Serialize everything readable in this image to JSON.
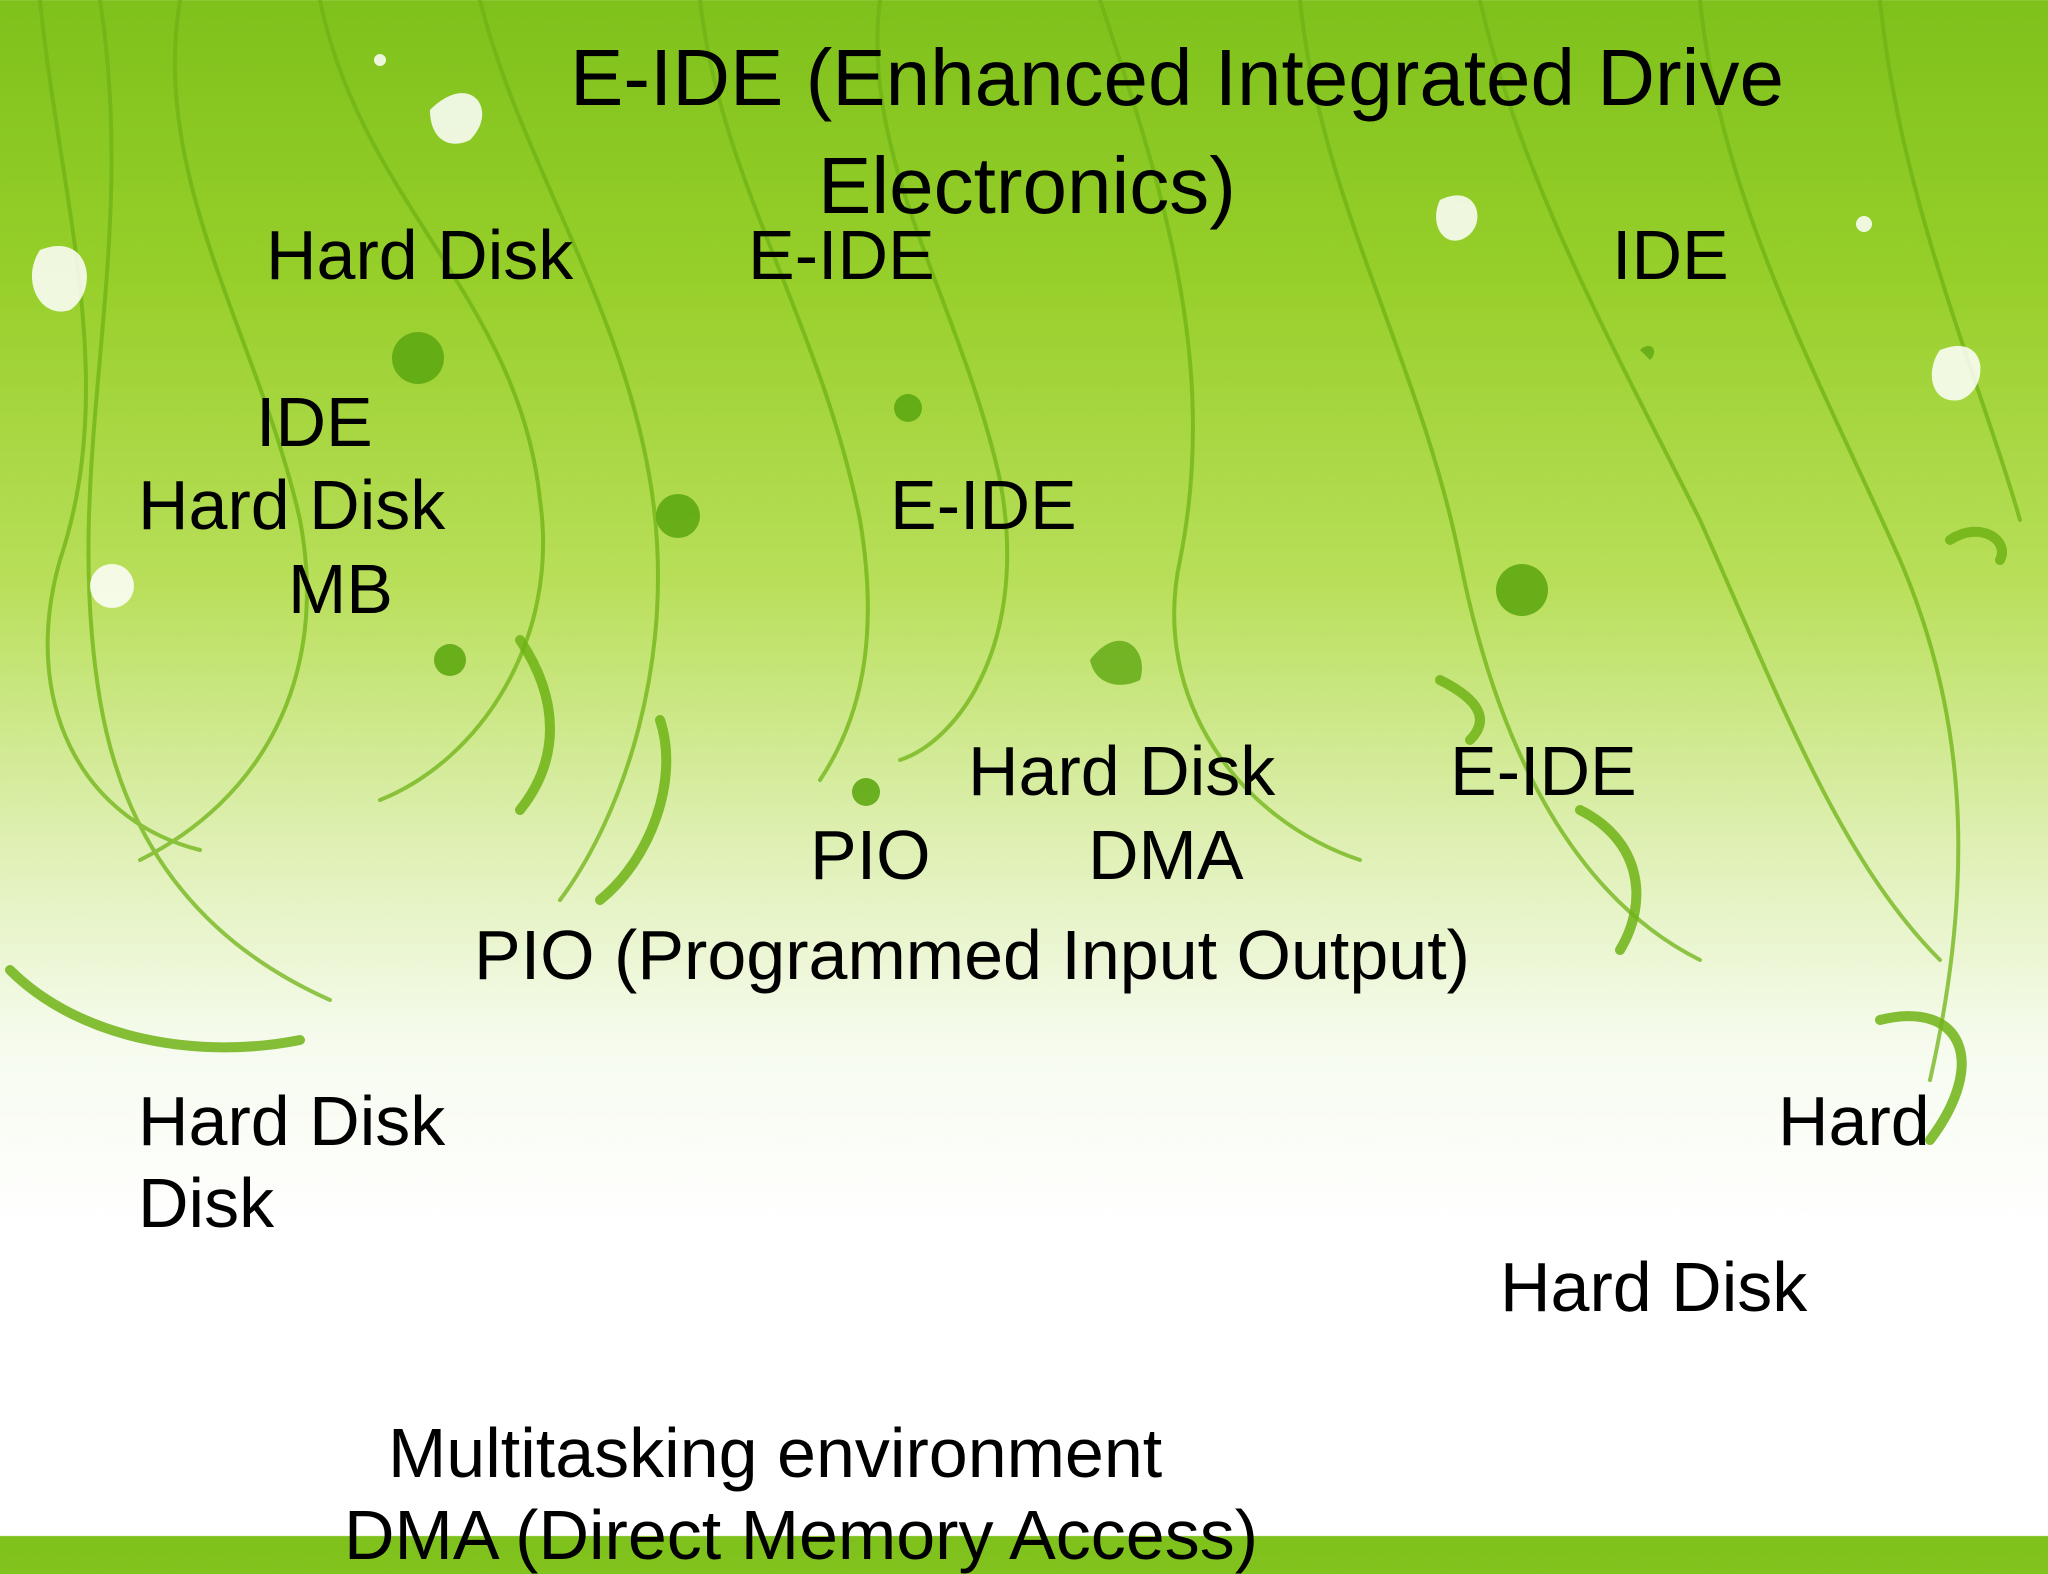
{
  "title": {
    "line1": "E-IDE (Enhanced Integrated Drive",
    "line2": "Electronics)"
  },
  "labels": {
    "hard_disk_top": "Hard Disk",
    "eide_top": "E-IDE",
    "ide_top_right": "IDE",
    "ide_left": "IDE",
    "hard_disk_left": "Hard Disk",
    "mb_left": "MB",
    "eide_mid": "E-IDE",
    "hard_disk_center": "Hard Disk",
    "eide_center_right": "E-IDE",
    "pio": "PIO",
    "dma": "DMA",
    "pio_full": "PIO (Programmed Input Output)",
    "hard_disk_lower_left": "Hard Disk",
    "disk_lower_left": "Disk",
    "hard_right": "Hard",
    "hard_disk_lower_right": "Hard Disk",
    "multitasking": "Multitasking environment",
    "dma_full": "DMA (Direct Memory Access)"
  },
  "colors": {
    "bg_top": "#7fc11c",
    "vine": "#6fb315",
    "vine_light": "#a8d84a"
  }
}
